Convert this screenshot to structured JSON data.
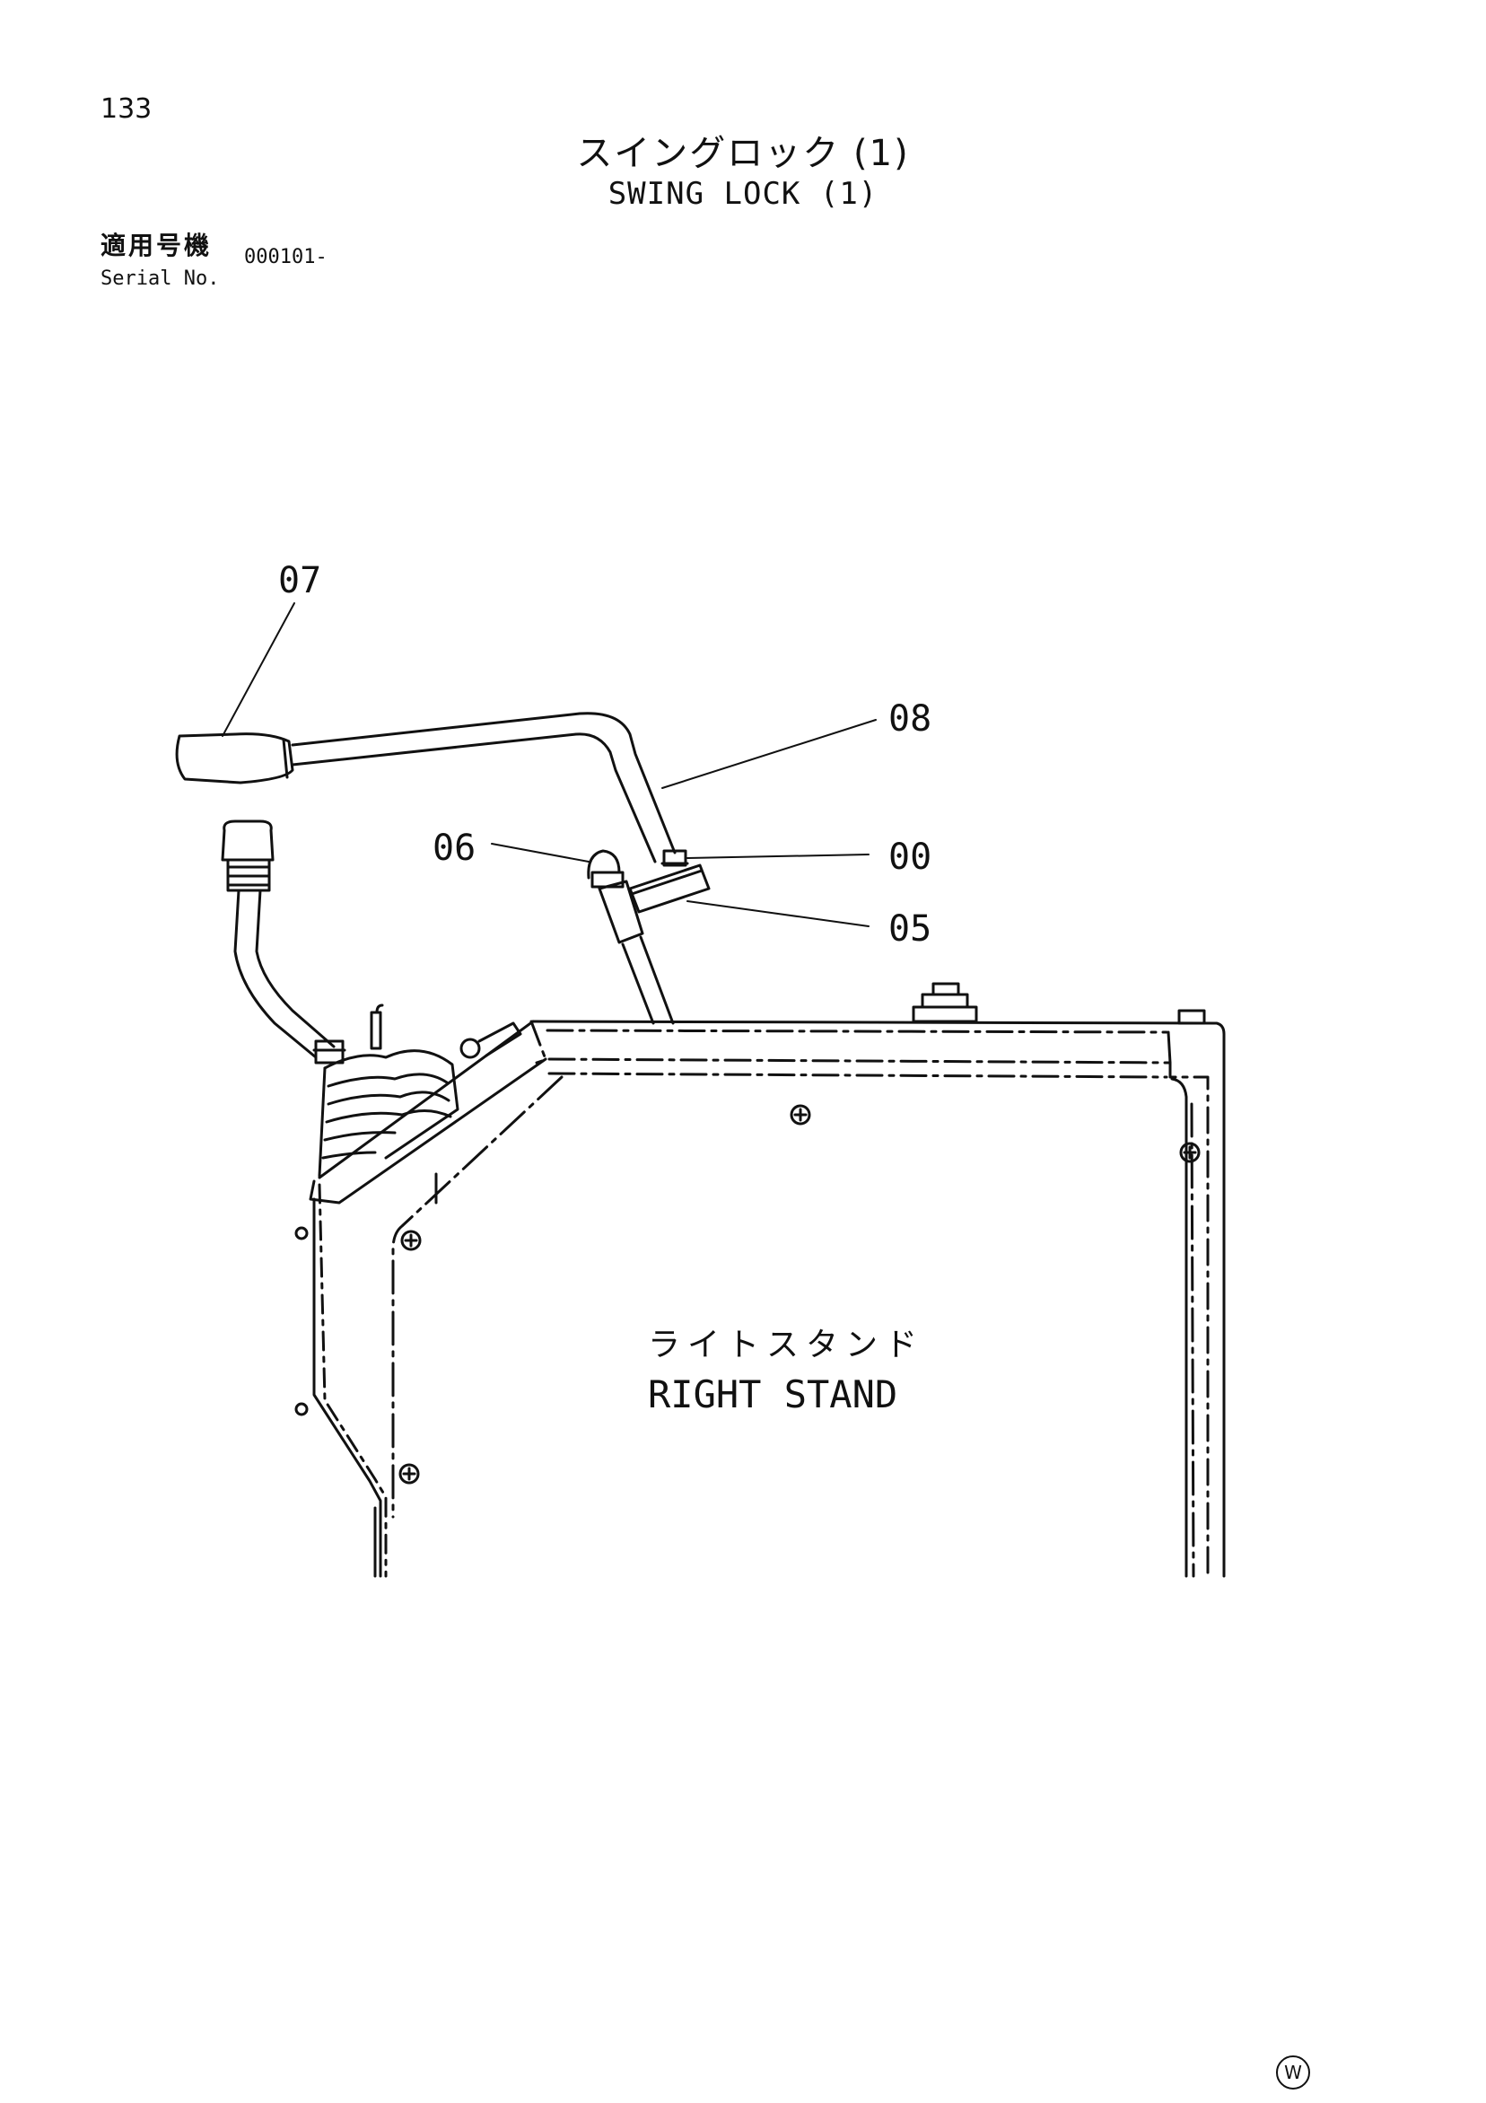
{
  "page_number": "133",
  "title_jp": "スイングロック (1)",
  "title_en": "SWING LOCK (1)",
  "serial": {
    "label_jp": "適用号機",
    "label_en": "Serial No.",
    "value": "000101-"
  },
  "callouts": [
    "07",
    "08",
    "06",
    "00",
    "05"
  ],
  "stand_label_jp": "ライトスタンド",
  "stand_label_en": "RIGHT STAND",
  "corner_mark": "W"
}
